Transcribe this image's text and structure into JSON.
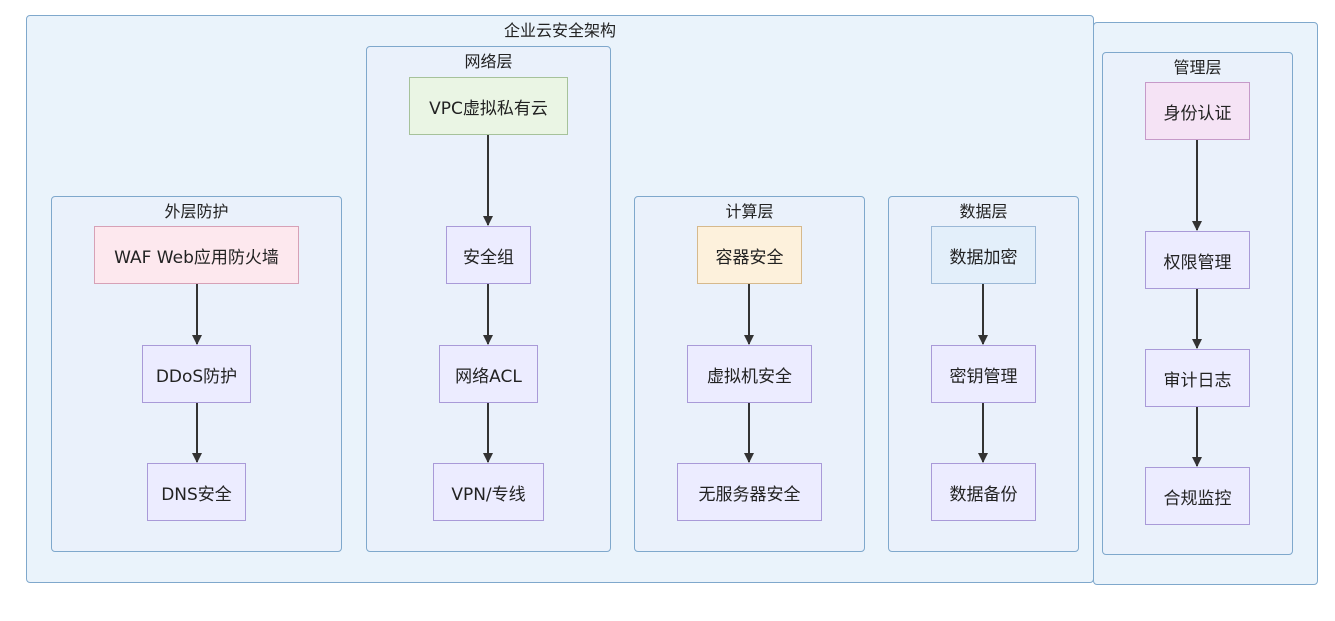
{
  "diagram": {
    "title": "企业云安全架构",
    "layers": [
      {
        "id": "outer",
        "label": "外层防护",
        "nodes": [
          "WAF Web应用防火墙",
          "DDoS防护",
          "DNS安全"
        ]
      },
      {
        "id": "network",
        "label": "网络层",
        "nodes": [
          "VPC虚拟私有云",
          "安全组",
          "网络ACL",
          "VPN/专线"
        ]
      },
      {
        "id": "compute",
        "label": "计算层",
        "nodes": [
          "容器安全",
          "虚拟机安全",
          "无服务器安全"
        ]
      },
      {
        "id": "data",
        "label": "数据层",
        "nodes": [
          "数据加密",
          "密钥管理",
          "数据备份"
        ]
      },
      {
        "id": "mgmt",
        "label": "管理层",
        "nodes": [
          "身份认证",
          "权限管理",
          "审计日志",
          "合规监控"
        ]
      }
    ],
    "colors": {
      "frame_border": "#7fa8cc",
      "frame_fill": "#eaf1fb",
      "node_border": "#a99ad8",
      "node_fill": "#ececff",
      "highlight_pink": "#fde8ee",
      "highlight_green": "#eaf5e4",
      "highlight_yellow": "#fdf1dc",
      "highlight_blue": "#e3effa",
      "highlight_purple": "#f5e3f5",
      "arrow": "#333333"
    }
  }
}
